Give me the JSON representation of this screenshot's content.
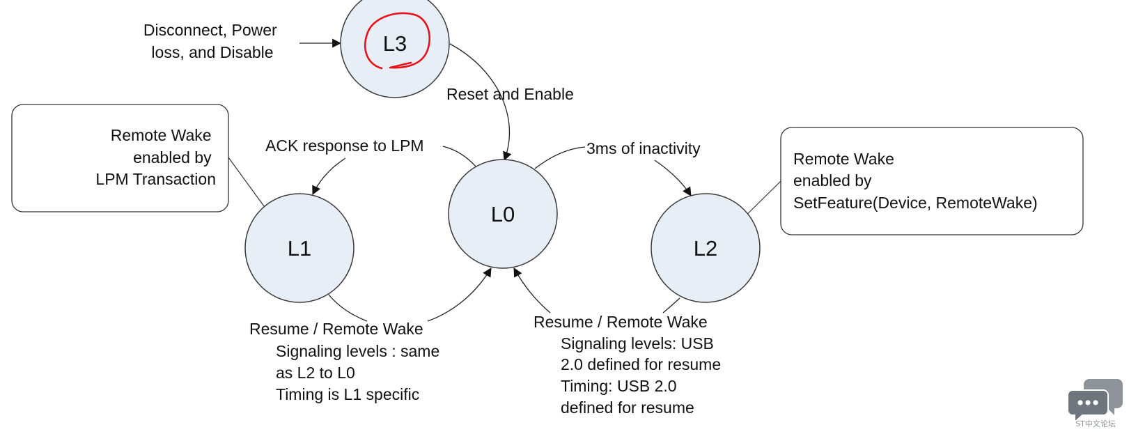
{
  "nodes": {
    "l3": "L3",
    "l0": "L0",
    "l1": "L1",
    "l2": "L2"
  },
  "edges": {
    "entry_to_l3": [
      "Disconnect, Power",
      "loss, and Disable"
    ],
    "l3_to_l0": "Reset and Enable",
    "l0_to_l1": "ACK response to LPM",
    "l0_to_l2": "3ms of inactivity",
    "l1_to_l0": [
      "Resume / Remote Wake",
      "Signaling levels : same",
      "as L2 to L0",
      "Timing is L1 specific"
    ],
    "l2_to_l0": [
      "Resume / Remote Wake",
      "Signaling levels: USB",
      "2.0 defined for resume",
      "Timing: USB 2.0",
      "defined for resume"
    ]
  },
  "callouts": {
    "l1": [
      "Remote Wake",
      "enabled by",
      "LPM Transaction"
    ],
    "l2": [
      "Remote Wake",
      "enabled by",
      "SetFeature(Device, RemoteWake)"
    ]
  },
  "annotation": {
    "color": "#e8101a",
    "description": "red hand-drawn circle around L3"
  },
  "watermark": {
    "icon": "chat-bubbles-icon",
    "text": "ST中文论坛"
  },
  "colors": {
    "node_fill": "#e8eef6",
    "stroke": "#222222"
  }
}
